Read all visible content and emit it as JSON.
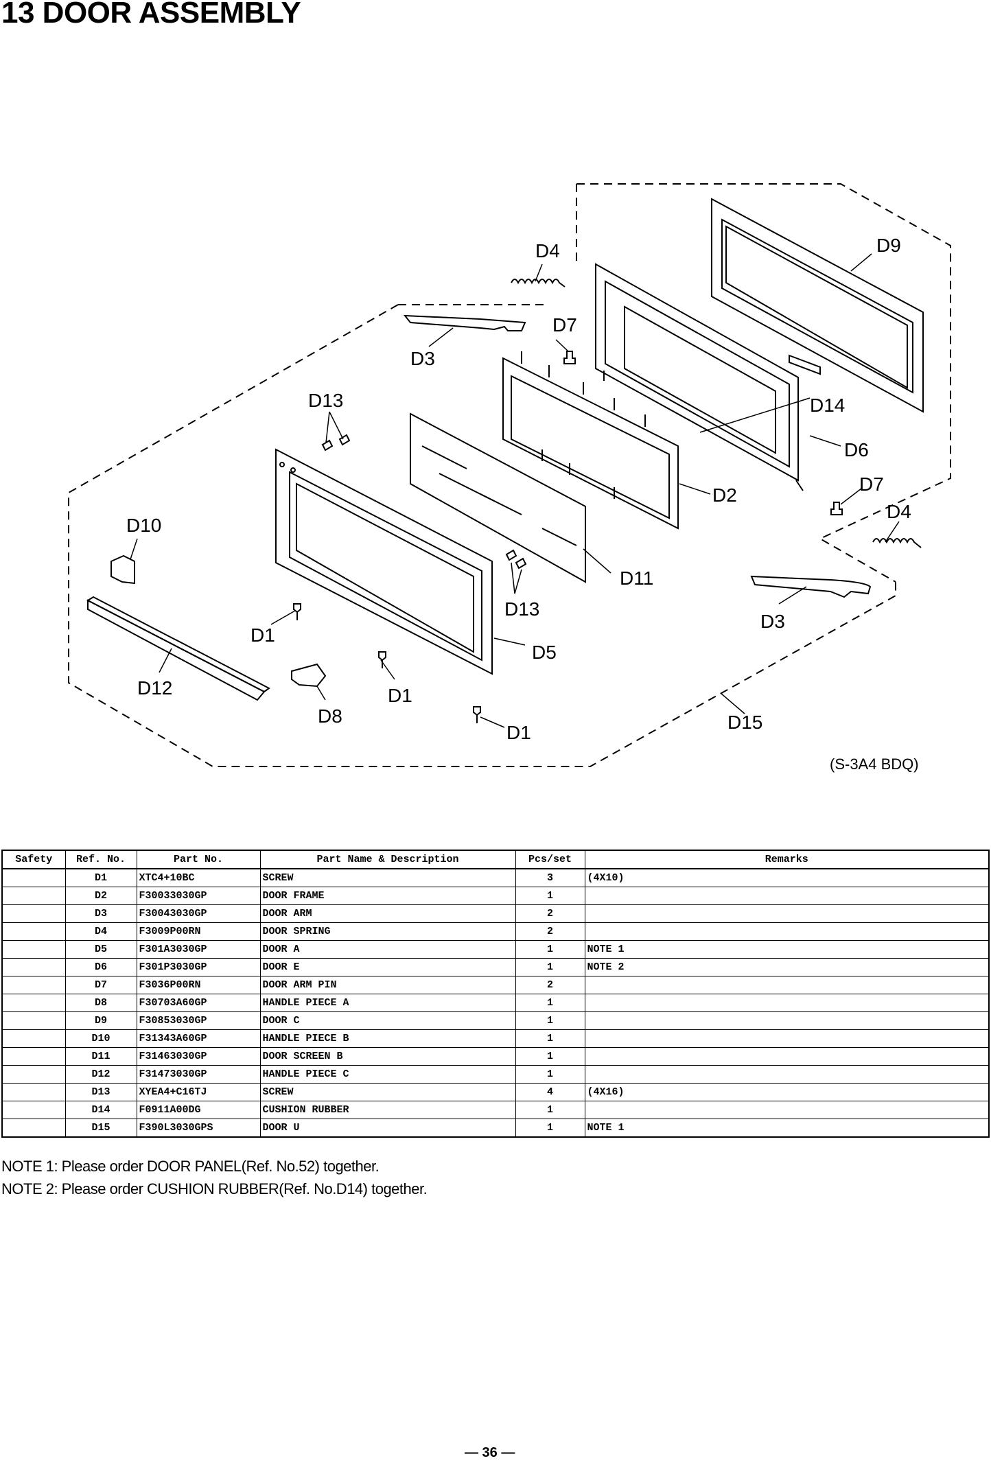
{
  "title": "13 DOOR ASSEMBLY",
  "diagram": {
    "code": "(S-3A4 BDQ)",
    "labels": {
      "d4_top": "D4",
      "d9": "D9",
      "d7_top": "D7",
      "d3_top": "D3",
      "d13_top": "D13",
      "d14": "D14",
      "d6": "D6",
      "d7_right": "D7",
      "d4_right": "D4",
      "d2": "D2",
      "d10": "D10",
      "d11": "D11",
      "d13_mid": "D13",
      "d3_right": "D3",
      "d1_left": "D1",
      "d5": "D5",
      "d12": "D12",
      "d8": "D8",
      "d1_mid": "D1",
      "d15": "D15",
      "d1_bottom": "D1"
    }
  },
  "table": {
    "headers": [
      "Safety",
      "Ref. No.",
      "Part No.",
      "Part Name & Description",
      "Pcs/set",
      "Remarks"
    ],
    "rows": [
      {
        "safety": "",
        "ref": "D1",
        "part_no": "XTC4+10BC",
        "name": "SCREW",
        "pcs": "3",
        "remarks": "(4X10)"
      },
      {
        "safety": "",
        "ref": "D2",
        "part_no": "F30033030GP",
        "name": "DOOR FRAME",
        "pcs": "1",
        "remarks": ""
      },
      {
        "safety": "",
        "ref": "D3",
        "part_no": "F30043030GP",
        "name": "DOOR ARM",
        "pcs": "2",
        "remarks": ""
      },
      {
        "safety": "",
        "ref": "D4",
        "part_no": "F3009P00RN",
        "name": "DOOR SPRING",
        "pcs": "2",
        "remarks": ""
      },
      {
        "safety": "",
        "ref": "D5",
        "part_no": "F301A3030GP",
        "name": "DOOR A",
        "pcs": "1",
        "remarks": "NOTE 1"
      },
      {
        "safety": "",
        "ref": "D6",
        "part_no": "F301P3030GP",
        "name": "DOOR E",
        "pcs": "1",
        "remarks": "NOTE 2"
      },
      {
        "safety": "",
        "ref": "D7",
        "part_no": "F3036P00RN",
        "name": "DOOR ARM PIN",
        "pcs": "2",
        "remarks": ""
      },
      {
        "safety": "",
        "ref": "D8",
        "part_no": "F30703A60GP",
        "name": "HANDLE PIECE A",
        "pcs": "1",
        "remarks": ""
      },
      {
        "safety": "",
        "ref": "D9",
        "part_no": "F30853030GP",
        "name": "DOOR C",
        "pcs": "1",
        "remarks": ""
      },
      {
        "safety": "",
        "ref": "D10",
        "part_no": "F31343A60GP",
        "name": "HANDLE PIECE B",
        "pcs": "1",
        "remarks": ""
      },
      {
        "safety": "",
        "ref": "D11",
        "part_no": "F31463030GP",
        "name": "DOOR SCREEN B",
        "pcs": "1",
        "remarks": ""
      },
      {
        "safety": "",
        "ref": "D12",
        "part_no": "F31473030GP",
        "name": "HANDLE PIECE C",
        "pcs": "1",
        "remarks": ""
      },
      {
        "safety": "",
        "ref": "D13",
        "part_no": "XYEA4+C16TJ",
        "name": "SCREW",
        "pcs": "4",
        "remarks": "(4X16)"
      },
      {
        "safety": "",
        "ref": "D14",
        "part_no": "F0911A00DG",
        "name": "CUSHION RUBBER",
        "pcs": "1",
        "remarks": ""
      },
      {
        "safety": "",
        "ref": "D15",
        "part_no": "F390L3030GPS",
        "name": "DOOR U",
        "pcs": "1",
        "remarks": "NOTE 1"
      }
    ]
  },
  "notes": [
    "NOTE 1: Please order DOOR PANEL(Ref. No.52) together.",
    "NOTE 2: Please order CUSHION RUBBER(Ref. No.D14) together."
  ],
  "page_number": "— 36 —"
}
